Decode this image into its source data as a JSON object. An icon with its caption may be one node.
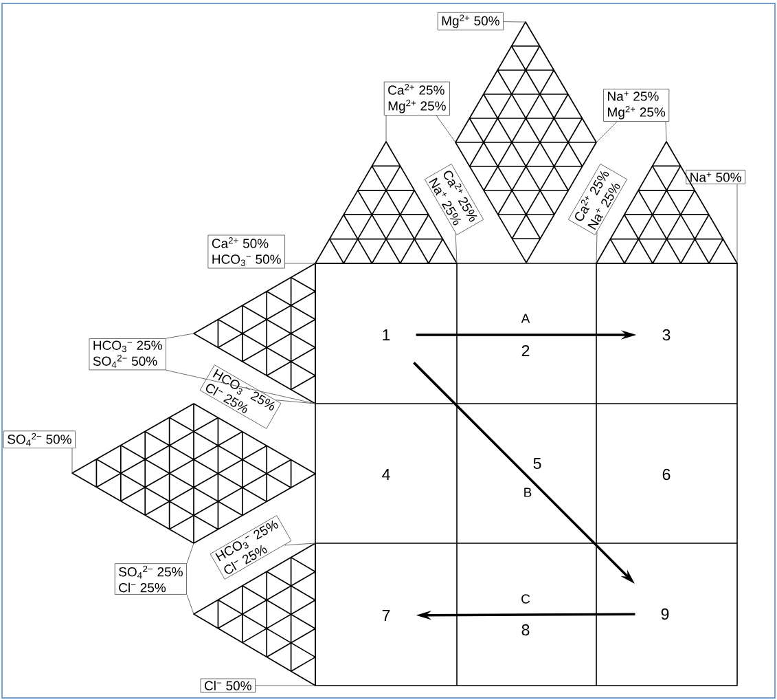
{
  "diagram": {
    "nodes": [
      {
        "text": [
          "Mg$^{2+}$ 50%"
        ]
      },
      {
        "text": [
          "Ca$^{2+}$ 25%",
          "Mg$^{2+}$ 25%"
        ]
      },
      {
        "text": [
          "Na$^{+}$ 25%",
          "Mg$^{2+}$ 25%"
        ]
      },
      {
        "text": [
          "Na$^{+}$ 50%"
        ]
      },
      {
        "text": [
          "Ca$^{2+}$ 25%",
          "Na$^{+}$ 25%"
        ]
      },
      {
        "text": [
          "Ca$^{2+}$ 25%",
          "Na$^{+}$ 25%"
        ]
      },
      {
        "text": [
          "Ca$^{2+}$ 50%",
          "HCO$_{3}$$^{−}$ 50%"
        ]
      },
      {
        "text": [
          "1"
        ]
      },
      {
        "text": [
          "3"
        ]
      },
      {
        "text": [
          "HCO$_{3}$$^{−}$ 25%",
          "SO$_{4}$$^{2−}$ 50%"
        ]
      },
      {
        "text": [
          "HCO$_{3}$$^{−}$ 25%",
          "Cl$^{−}$ 25%"
        ]
      },
      {
        "text": [
          "SO$_{4}$$^{2−}$ 50%"
        ]
      },
      {
        "text": [
          "HCO$_{3}$$^{−}$ 25%",
          "Cl$^{−}$ 25%"
        ]
      },
      {
        "text": [
          "SO$_{4}$$^{2−}$ 25%",
          "Cl$^{−}$ 25%"
        ]
      },
      {
        "text": [
          "7"
        ]
      },
      {
        "text": [
          "9"
        ]
      },
      {
        "text": [
          "Cl$^{−}$ 50%"
        ]
      },
      {
        "text": [],
        "shape": "triangle"
      },
      {
        "text": [],
        "shape": "diamond"
      },
      {
        "text": [],
        "shape": "triangle"
      },
      {
        "text": [],
        "shape": "triangle"
      },
      {
        "text": [],
        "shape": "diamond"
      },
      {
        "text": [],
        "shape": "triangle"
      }
    ],
    "edges": [
      {
        "from": 7,
        "to": 8,
        "arrow": "to",
        "label": "A",
        "style": "thick"
      },
      {
        "from": 7,
        "to": 15,
        "arrow": "to",
        "label": "B",
        "style": "thick"
      },
      {
        "from": 15,
        "to": 14,
        "arrow": "to",
        "label": "C",
        "style": "thick"
      },
      {
        "from": 0,
        "to": 18,
        "arrow": "none"
      },
      {
        "from": 1,
        "to": 17,
        "arrow": "none"
      },
      {
        "from": 1,
        "to": 18,
        "arrow": "none"
      },
      {
        "from": 2,
        "to": 18,
        "arrow": "none"
      },
      {
        "from": 2,
        "to": 19,
        "arrow": "none"
      },
      {
        "from": 3,
        "to": 19,
        "arrow": "none"
      },
      {
        "from": 4,
        "to": 17,
        "arrow": "none"
      },
      {
        "from": 5,
        "to": 19,
        "arrow": "none"
      },
      {
        "from": 6,
        "to": 20,
        "arrow": "none"
      },
      {
        "from": 9,
        "to": 20,
        "arrow": "none"
      },
      {
        "from": 9,
        "to": 20,
        "arrow": "none"
      },
      {
        "from": 10,
        "to": 20,
        "arrow": "none"
      },
      {
        "from": 11,
        "to": 21,
        "arrow": "none"
      },
      {
        "from": 12,
        "to": 22,
        "arrow": "none"
      },
      {
        "from": 13,
        "to": 21,
        "arrow": "none"
      },
      {
        "from": 13,
        "to": 22,
        "arrow": "none"
      },
      {
        "from": 16,
        "to": 22,
        "arrow": "none"
      }
    ],
    "labels": [
      "2",
      "4",
      "5",
      "6",
      "8"
    ]
  }
}
